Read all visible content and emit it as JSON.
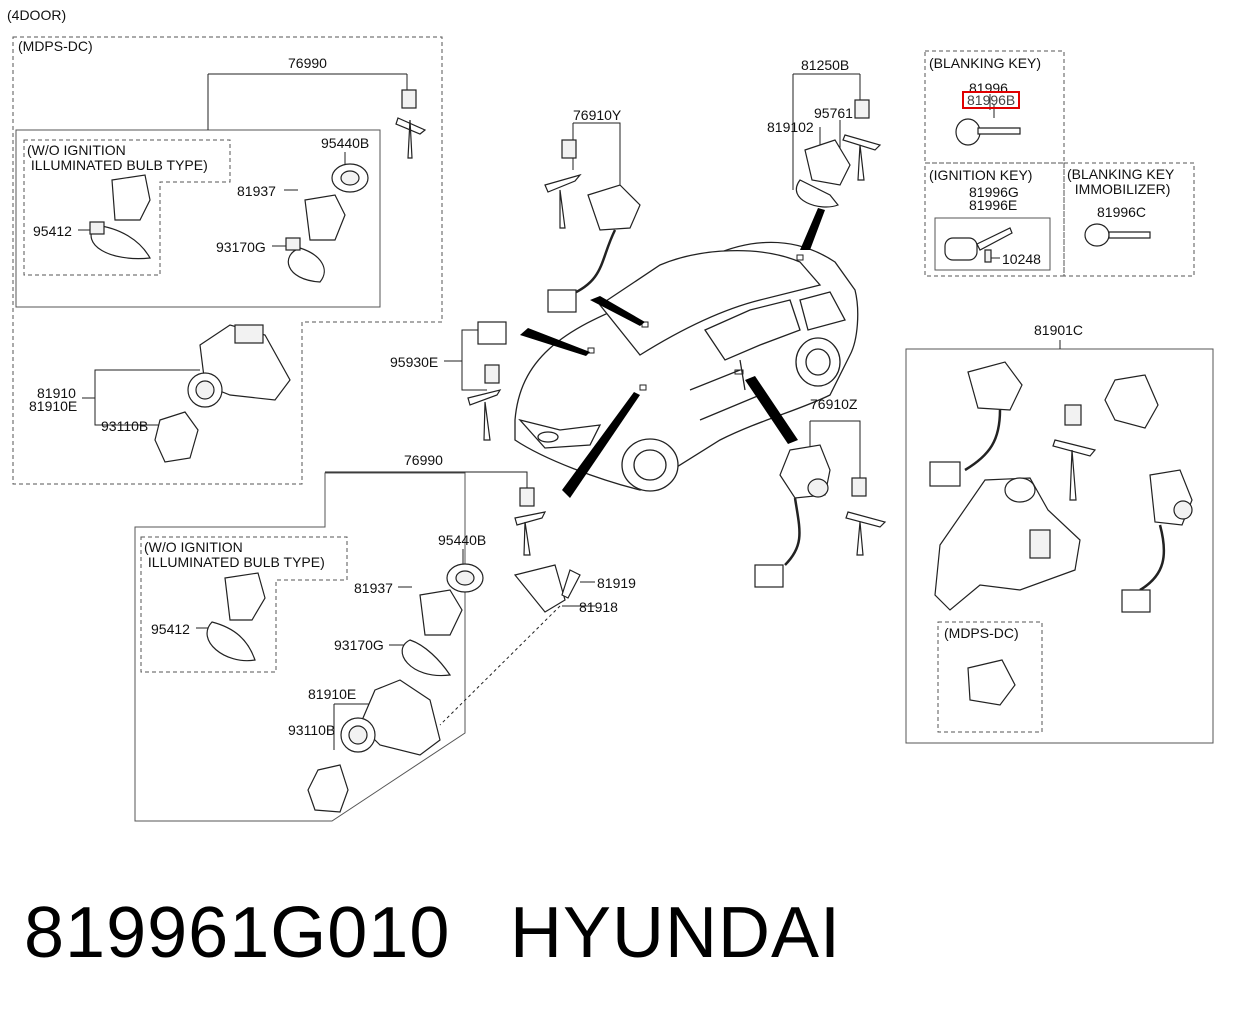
{
  "diagram": {
    "sections": {
      "four_door": "(4DOOR)",
      "mdps_dc_top": "(MDPS-DC)",
      "wo_ignition_top": "(W/O IGNITION\n ILLUMINATED BULB TYPE)",
      "wo_ignition_bottom": "(W/O IGNITION\n ILLUMINATED BULB TYPE)",
      "blanking_key": "(BLANKING KEY)",
      "ignition_key": "(IGNITION KEY)",
      "blanking_key_immobilizer": "(BLANKING KEY\n  IMMOBILIZER)",
      "mdps_dc_right": "(MDPS-DC)"
    },
    "parts": {
      "p76990_top": "76990",
      "p95440b_top": "95440B",
      "p81937_top": "81937",
      "p95412_top": "95412",
      "p93170g_top": "93170G",
      "p81910_top": "81910",
      "p81910e_top": "81910E",
      "p93110b_top": "93110B",
      "p76910y": "76910Y",
      "p95930e": "95930E",
      "p81250b": "81250B",
      "p95761": "95761",
      "p819102": "819102",
      "p81996": "81996",
      "p81996b": "81996B",
      "p81996g": "81996G",
      "p81996e": "81996E",
      "p10248": "10248",
      "p81996c": "81996C",
      "p81901c": "81901C",
      "p76910z": "76910Z",
      "p76990_bottom": "76990",
      "p95440b_bottom": "95440B",
      "p81937_bottom": "81937",
      "p95412_bottom": "95412",
      "p93170g_bottom": "93170G",
      "p81910e_bottom": "81910E",
      "p93110b_bottom": "93110B",
      "p81919": "81919",
      "p81918": "81918"
    },
    "highlight_color": "#e00000"
  },
  "footer": {
    "part_number": "819961G010",
    "brand": "HYUNDAI"
  }
}
